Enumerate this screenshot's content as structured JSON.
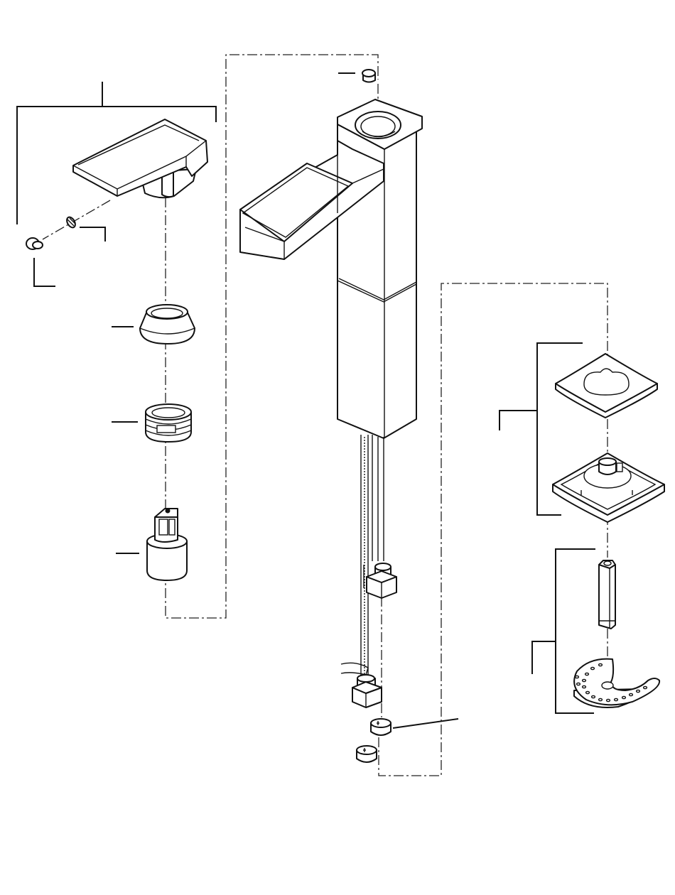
{
  "diagram": {
    "style": "exploded-view line drawing",
    "colors": {
      "line": "#111111",
      "background": "#ffffff"
    },
    "parts": [
      "handle",
      "set-screw",
      "button-plug",
      "cap",
      "bonnet-nut",
      "cartridge",
      "spout-body",
      "aerator-cap",
      "hose-connector-left",
      "hose-connector-right",
      "supply-line-cap",
      "base-plate",
      "gasket",
      "mounting-stud",
      "horseshoe-washer"
    ]
  }
}
